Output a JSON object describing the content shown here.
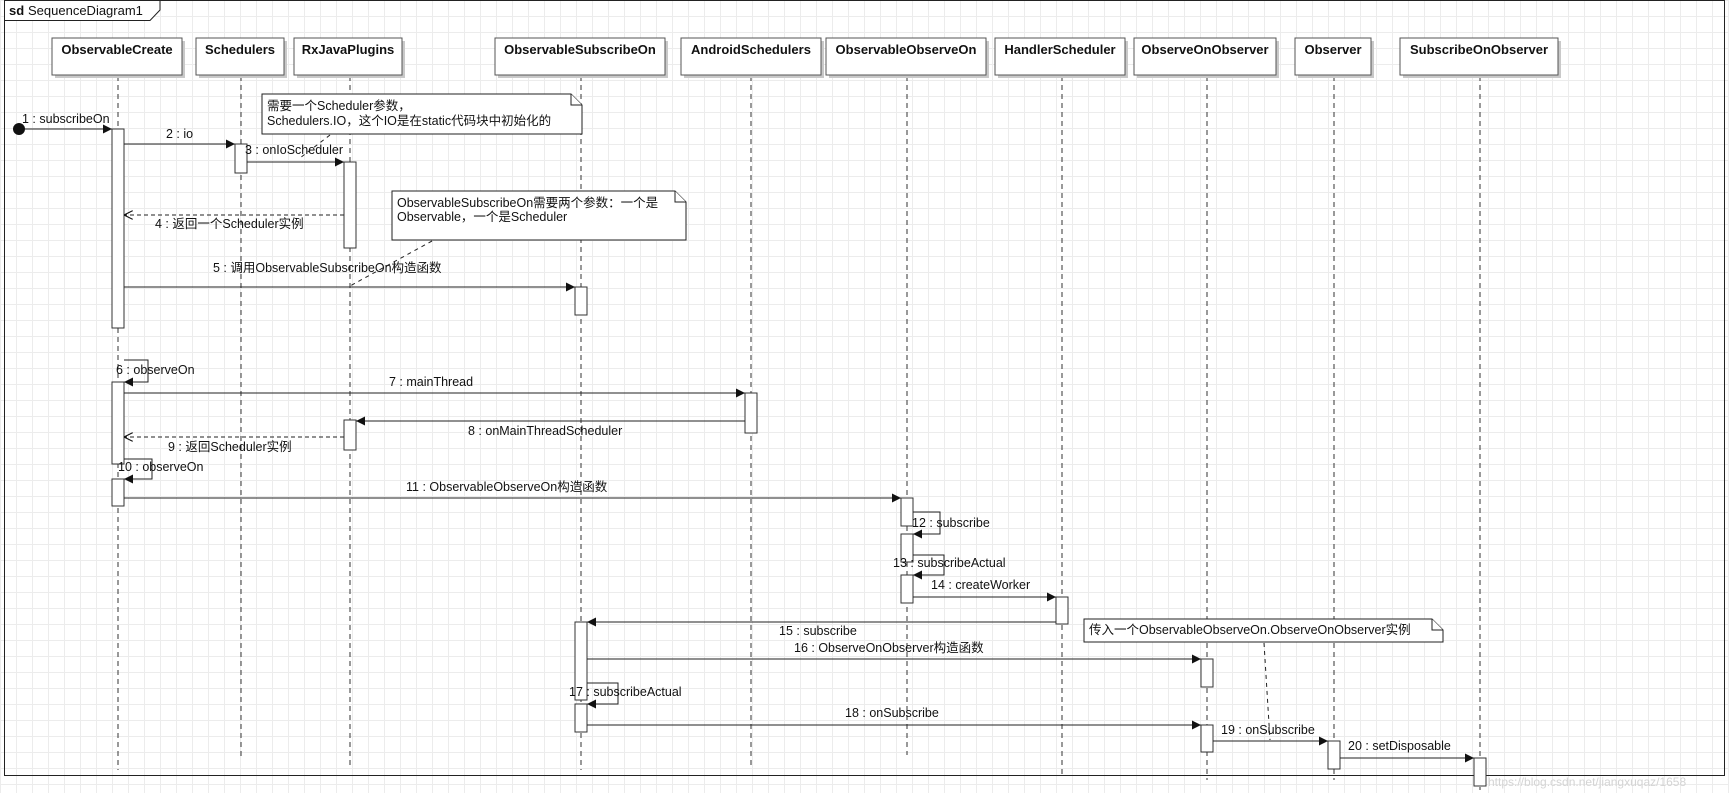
{
  "frame": {
    "keyword": "sd",
    "name": "SequenceDiagram1"
  },
  "lifelines": [
    "ObservableCreate",
    "Schedulers",
    "RxJavaPlugins",
    "ObservableSubscribeOn",
    "AndroidSchedulers",
    "ObservableObserveOn",
    "HandlerScheduler",
    "ObserveOnObserver",
    "Observer",
    "SubscribeOnObserver"
  ],
  "messages": [
    {
      "label": "1 : subscribeOn",
      "kind": "found",
      "to": "ObservableCreate"
    },
    {
      "label": "2 : io",
      "kind": "call",
      "from": "ObservableCreate",
      "to": "Schedulers"
    },
    {
      "label": "3 : onIoScheduler",
      "kind": "call",
      "from": "Schedulers",
      "to": "RxJavaPlugins"
    },
    {
      "label": "4 : 返回一个Scheduler实例",
      "kind": "reply",
      "from": "RxJavaPlugins",
      "to": "ObservableCreate"
    },
    {
      "label": "5 : 调用ObservableSubscribeOn构造函数",
      "kind": "call",
      "from": "ObservableCreate",
      "to": "ObservableSubscribeOn"
    },
    {
      "label": "6 : observeOn",
      "kind": "self",
      "from": "ObservableCreate",
      "to": "ObservableCreate"
    },
    {
      "label": "7 : mainThread",
      "kind": "call",
      "from": "ObservableCreate",
      "to": "AndroidSchedulers"
    },
    {
      "label": "8 : onMainThreadScheduler",
      "kind": "call",
      "from": "AndroidSchedulers",
      "to": "RxJavaPlugins"
    },
    {
      "label": "9 : 返回Scheduler实例",
      "kind": "reply",
      "from": "RxJavaPlugins",
      "to": "ObservableCreate"
    },
    {
      "label": "10 : observeOn",
      "kind": "self",
      "from": "ObservableCreate",
      "to": "ObservableCreate"
    },
    {
      "label": "11 : ObservableObserveOn构造函数",
      "kind": "call",
      "from": "ObservableCreate",
      "to": "ObservableObserveOn"
    },
    {
      "label": "12 : subscribe",
      "kind": "self",
      "from": "ObservableObserveOn",
      "to": "ObservableObserveOn"
    },
    {
      "label": "13 : subscribeActual",
      "kind": "self",
      "from": "ObservableObserveOn",
      "to": "ObservableObserveOn"
    },
    {
      "label": "14 : createWorker",
      "kind": "call",
      "from": "ObservableObserveOn",
      "to": "HandlerScheduler"
    },
    {
      "label": "15 : subscribe",
      "kind": "call",
      "from": "HandlerScheduler",
      "to": "ObservableSubscribeOn"
    },
    {
      "label": "16 : ObserveOnObserver构造函数",
      "kind": "call",
      "from": "ObservableSubscribeOn",
      "to": "ObserveOnObserver"
    },
    {
      "label": "17 : subscribeActual",
      "kind": "self",
      "from": "ObservableSubscribeOn",
      "to": "ObservableSubscribeOn"
    },
    {
      "label": "18 : onSubscribe",
      "kind": "call",
      "from": "ObservableSubscribeOn",
      "to": "ObserveOnObserver"
    },
    {
      "label": "19 : onSubscribe",
      "kind": "call",
      "from": "ObserveOnObserver",
      "to": "Observer"
    },
    {
      "label": "20 : setDisposable",
      "kind": "call",
      "from": "Observer",
      "to": "SubscribeOnObserver"
    }
  ],
  "notes": [
    {
      "lines": [
        "需要一个Scheduler参数，",
        "Schedulers.IO，这个IO是在static代码块中初始化的"
      ]
    },
    {
      "lines": [
        "ObservableSubscribeOn需要两个参数：一个是",
        "Observable，一个是Scheduler"
      ]
    },
    {
      "lines": [
        "传入一个ObservableObserveOn.ObserveOnObserver实例"
      ]
    }
  ],
  "watermark": "https://blog.csdn.net/jiangxuqaz/1658"
}
